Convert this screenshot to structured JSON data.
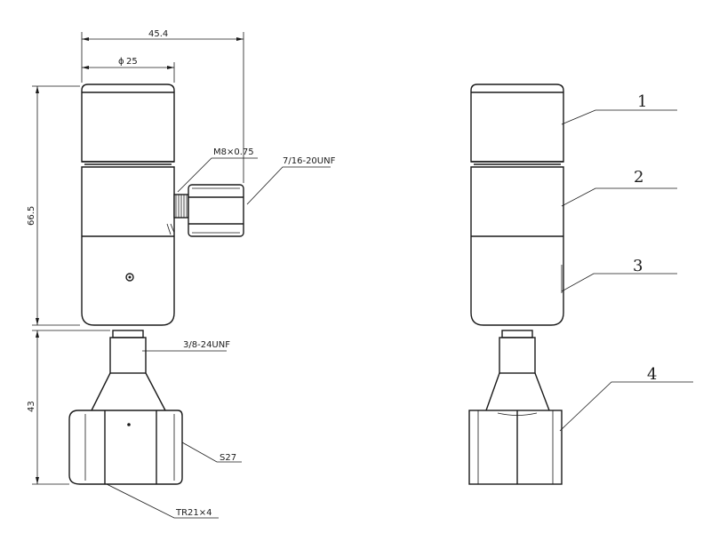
{
  "dims": {
    "overall_width": "45.4",
    "diameter": "25",
    "diameter_symbol": "ϕ",
    "body_height": "66.5",
    "lower_height": "43"
  },
  "callouts": {
    "side_thread": "M8×0.75",
    "outlet_thread": "7/16-20UNF",
    "stem_thread": "3/8-24UNF",
    "hex_size": "S27",
    "inlet_thread": "TR21×4"
  },
  "parts": {
    "p1": "1",
    "p2": "2",
    "p3": "3",
    "p4": "4"
  }
}
